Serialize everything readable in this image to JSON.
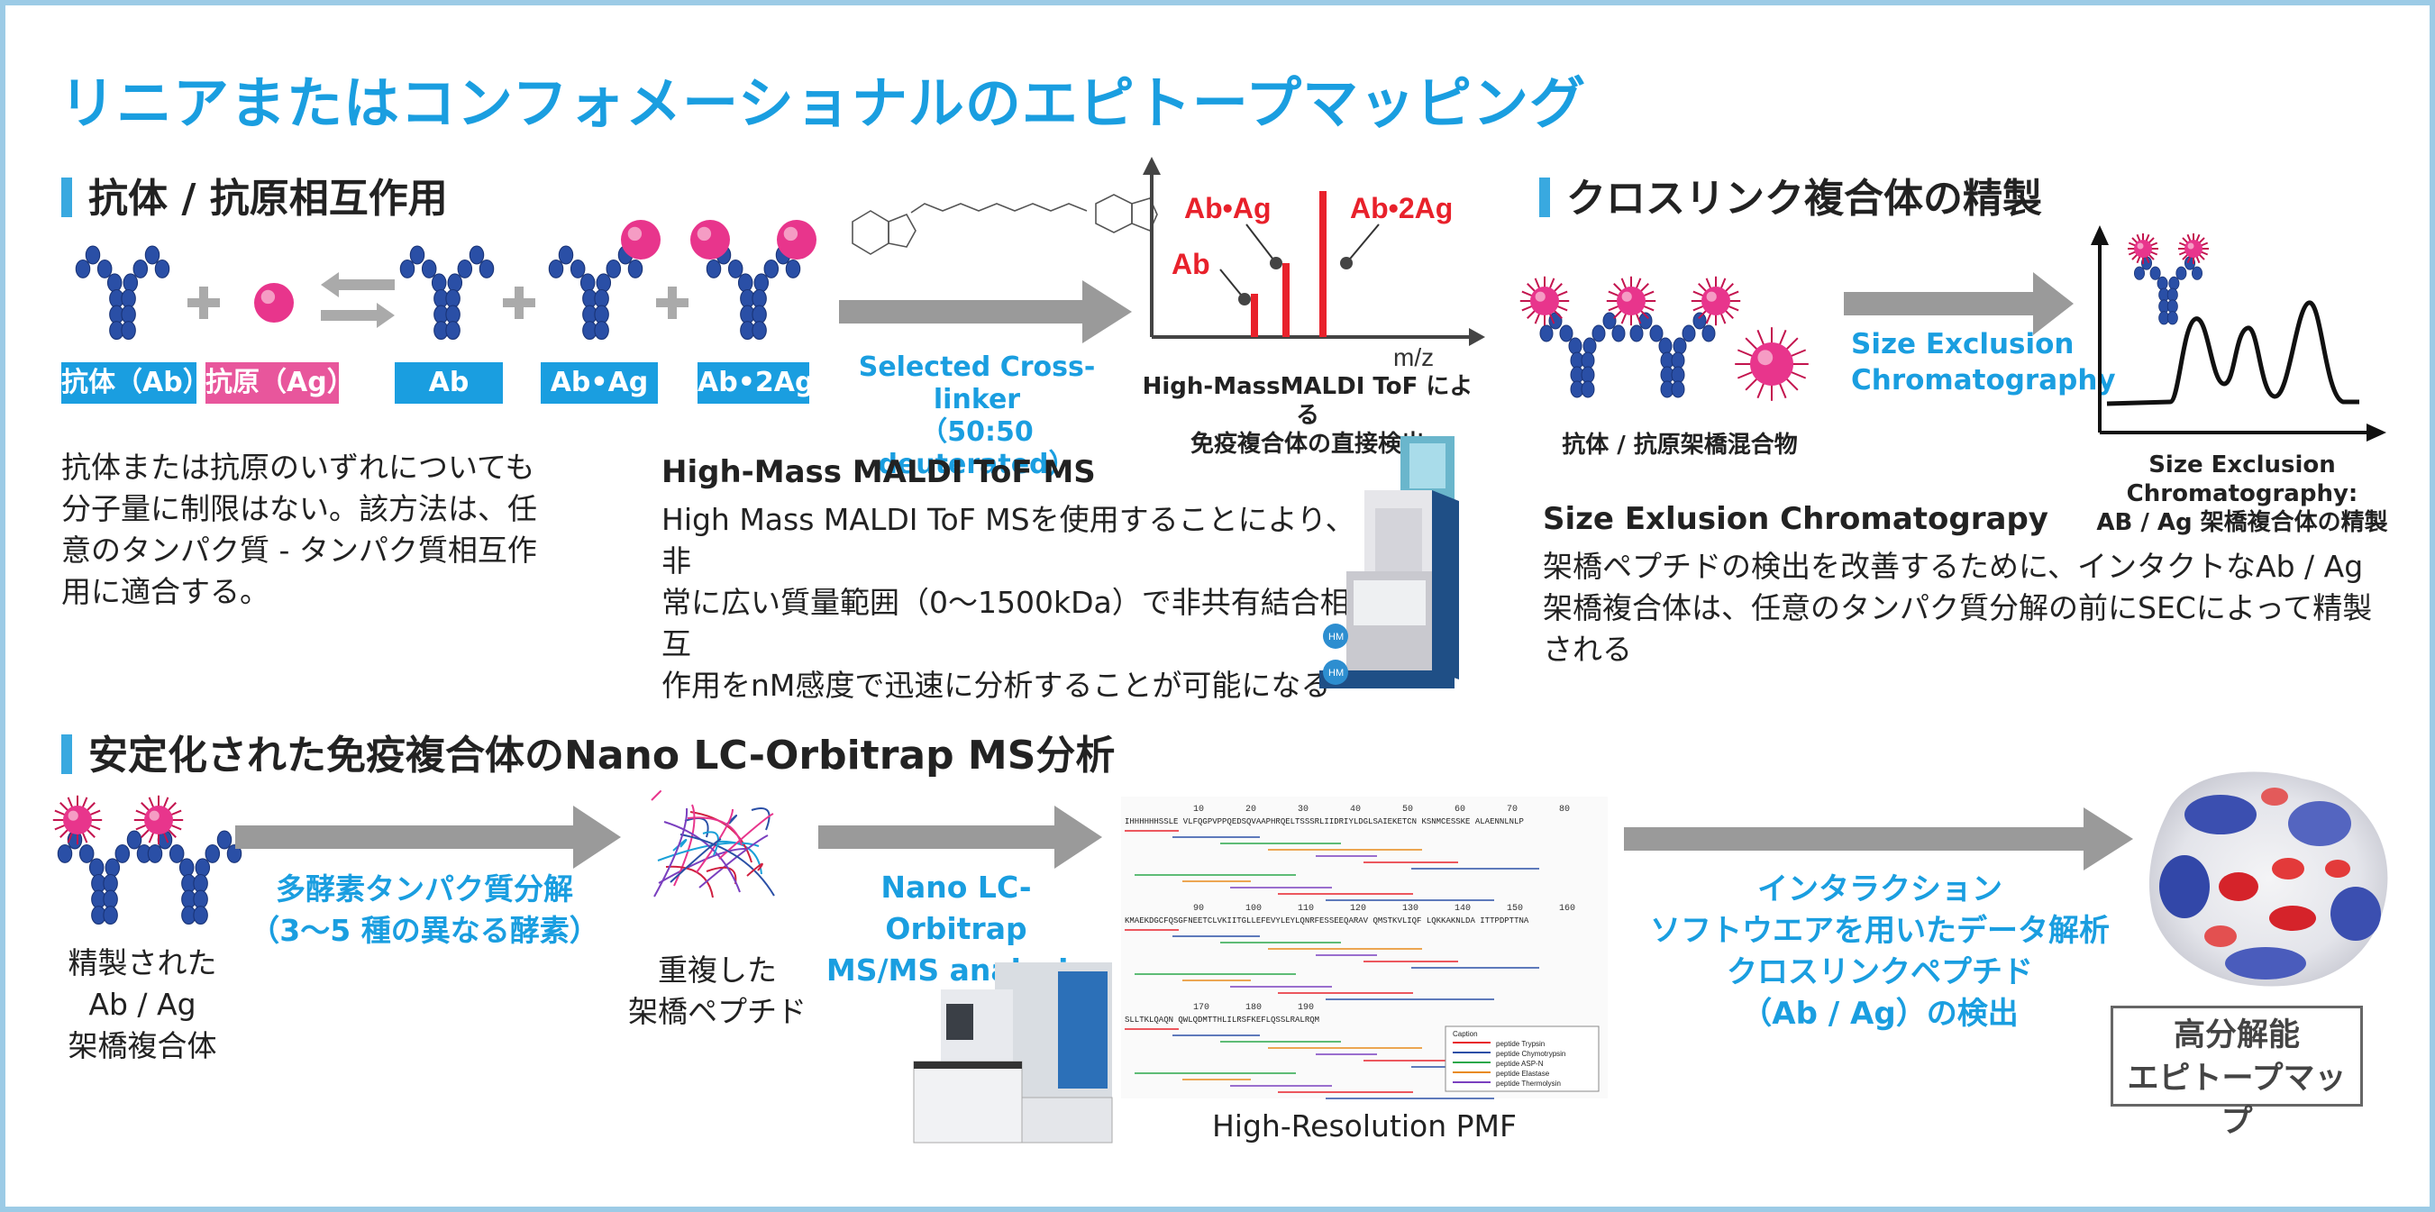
{
  "title": "リニアまたはコンフォメーショナルのエピトープマッピング",
  "sec1": {
    "heading": "抗体 / 抗原相互作用",
    "labels": [
      "抗体（Ab）",
      "抗原（Ag）",
      "Ab",
      "Ab•Ag",
      "Ab•2Ag"
    ],
    "crosslinker": [
      "Selected Cross-linker",
      "（50:50 deuterated）"
    ],
    "body": [
      "抗体または抗原のいずれについても",
      "分子量に制限はない。該方法は、任",
      "意のタンパク質 - タンパク質相互作",
      "用に適合する。"
    ]
  },
  "maldi": {
    "spectrum_labels": [
      "Ab",
      "Ab•Ag",
      "Ab•2Ag"
    ],
    "axis": "m/z",
    "caption": [
      "High-MassMALDI ToF による",
      "免疫複合体の直接検出"
    ],
    "heading": "High-Mass MALDI ToF MS",
    "body": [
      "High Mass MALDI ToF MSを使用することにより、非",
      "常に広い質量範囲（0〜1500kDa）で非共有結合相互",
      "作用をnM感度で迅速に分析することが可能になる"
    ],
    "inst_badges": [
      "HM",
      "HM"
    ]
  },
  "sec2": {
    "heading": "クロスリンク複合体の精製",
    "mix_caption": "抗体 / 抗原架橋混合物",
    "sec_label": [
      "Size Exclusion",
      "Chromatography"
    ],
    "chrom_caption": [
      "Size Exclusion Chromatography:",
      "AB / Ag 架橋複合体の精製"
    ],
    "subheading": "Size Exlusion Chromatograpy",
    "body": [
      "架橋ペプチドの検出を改善するために、インタクトなAb / Ag",
      "架橋複合体は、任意のタンパク質分解の前にSECによって精製",
      "される"
    ]
  },
  "sec3": {
    "heading": "安定化された免疫複合体のNano LC-Orbitrap MS分析",
    "purified": [
      "精製された",
      "Ab / Ag",
      "架橋複合体"
    ],
    "digest": [
      "多酵素タンパク質分解",
      "（3〜5 種の異なる酵素）"
    ],
    "peptides": [
      "重複した",
      "架橋ペプチド"
    ],
    "lc": [
      "Nano LC-Orbitrap",
      "MS/MS analysis"
    ],
    "pmf_caption": "High-Resolution PMF",
    "pmf_ticks_row1": [
      "10",
      "20",
      "30",
      "40",
      "50",
      "60",
      "70",
      "80"
    ],
    "pmf_ticks_row2": [
      "90",
      "100",
      "110",
      "120",
      "130",
      "140",
      "150",
      "160"
    ],
    "pmf_ticks_row3": [
      "170",
      "180",
      "190"
    ],
    "pmf_seq1": "IHHHHHHSSLE VLFQGPVPPQEDSQVAAPHRQELTSSSRLIIDRIYLDGLSAIEKETCN KSNMCESSKE ALAENNLNLP",
    "pmf_seq2": "KMAEKDGCFQSGFNEETCLVKIITGLLEFEVYLEYLQNRFESSEEQARAV QMSTKVLIQF LQKKAKNLDA ITTPDPTTNA",
    "pmf_seq3": "SLLTKLQAQN QWLQDMTTHLILRSFKEFLQSSLRALRQM",
    "pmf_legend": [
      "Caption",
      "peptide Trypsin",
      "peptide Chymotrypsin",
      "peptide ASP-N",
      "peptide Elastase",
      "peptide Thermolysin"
    ],
    "software": [
      "インタラクション",
      "ソフトウエアを用いたデータ解析",
      "クロスリンクペプチド",
      "（Ab / Ag）の検出"
    ],
    "result": [
      "高分解能",
      "エピトープマップ"
    ]
  },
  "colors": {
    "accent": "#1a9ee0",
    "antibody": "#2a4fa6",
    "antigen": "#e8358c",
    "peak": "#e8212b",
    "arrow": "#9a9a9a"
  }
}
